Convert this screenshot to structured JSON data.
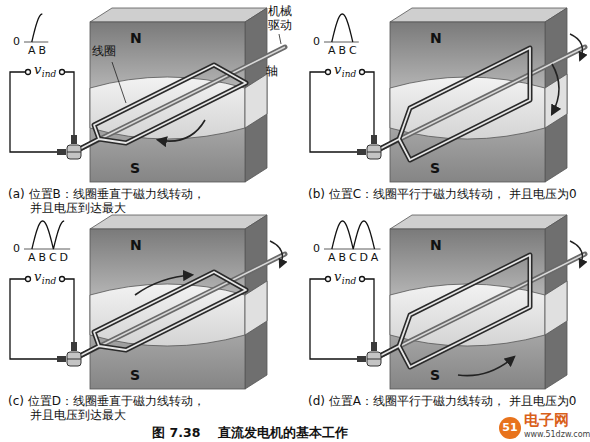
{
  "diagram": {
    "caption": "图 7.38    直流发电机的基本工作",
    "nodes": [
      {
        "text": [
          "N",
          "S"
        ]
      },
      {
        "text": [
          "N",
          "S"
        ]
      },
      {
        "text": [
          "N",
          "S"
        ]
      },
      {
        "text": [
          "N",
          "S"
        ]
      }
    ],
    "labels": [
      "0",
      "AB",
      "v",
      "ind",
      "线圈",
      "机械 驱动",
      "轴",
      "(a) 位置B：线圈垂直于磁力线转动， 并且电压到达最大",
      "0",
      "ABC",
      "v",
      "ind",
      "(b) 位置C：线圈平行于磁力线转动， 并且电压为0",
      "0",
      "ABCD",
      "v",
      "ind",
      "(c) 位置D：线圈垂直于磁力线转动， 并且电压到达最大",
      "0",
      "ABCDA",
      "v",
      "ind",
      "(d) 位置A：线圈平行于磁力线转动， 并且电压为0",
      "51",
      "电子网",
      "www.51dzw.com"
    ]
  }
}
